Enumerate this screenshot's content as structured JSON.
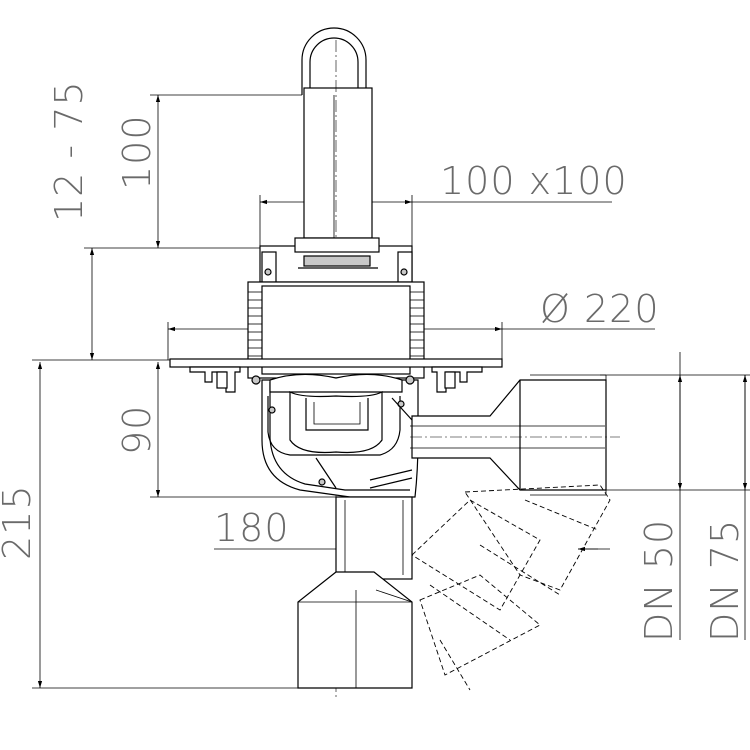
{
  "dimensions": {
    "height_adjust": "12 - 75",
    "pipe_height": "100",
    "grate_size": "100 x100",
    "flange_diameter": "Ø 220",
    "body_depth": "90",
    "total_height": "215",
    "outlet_offset": "180",
    "outlet_dn_small": "DN 50",
    "outlet_dn_large": "DN 75"
  },
  "colors": {
    "line": "#000000",
    "dimension_text": "#6a6a6a",
    "seal": "#c8c8c8"
  }
}
